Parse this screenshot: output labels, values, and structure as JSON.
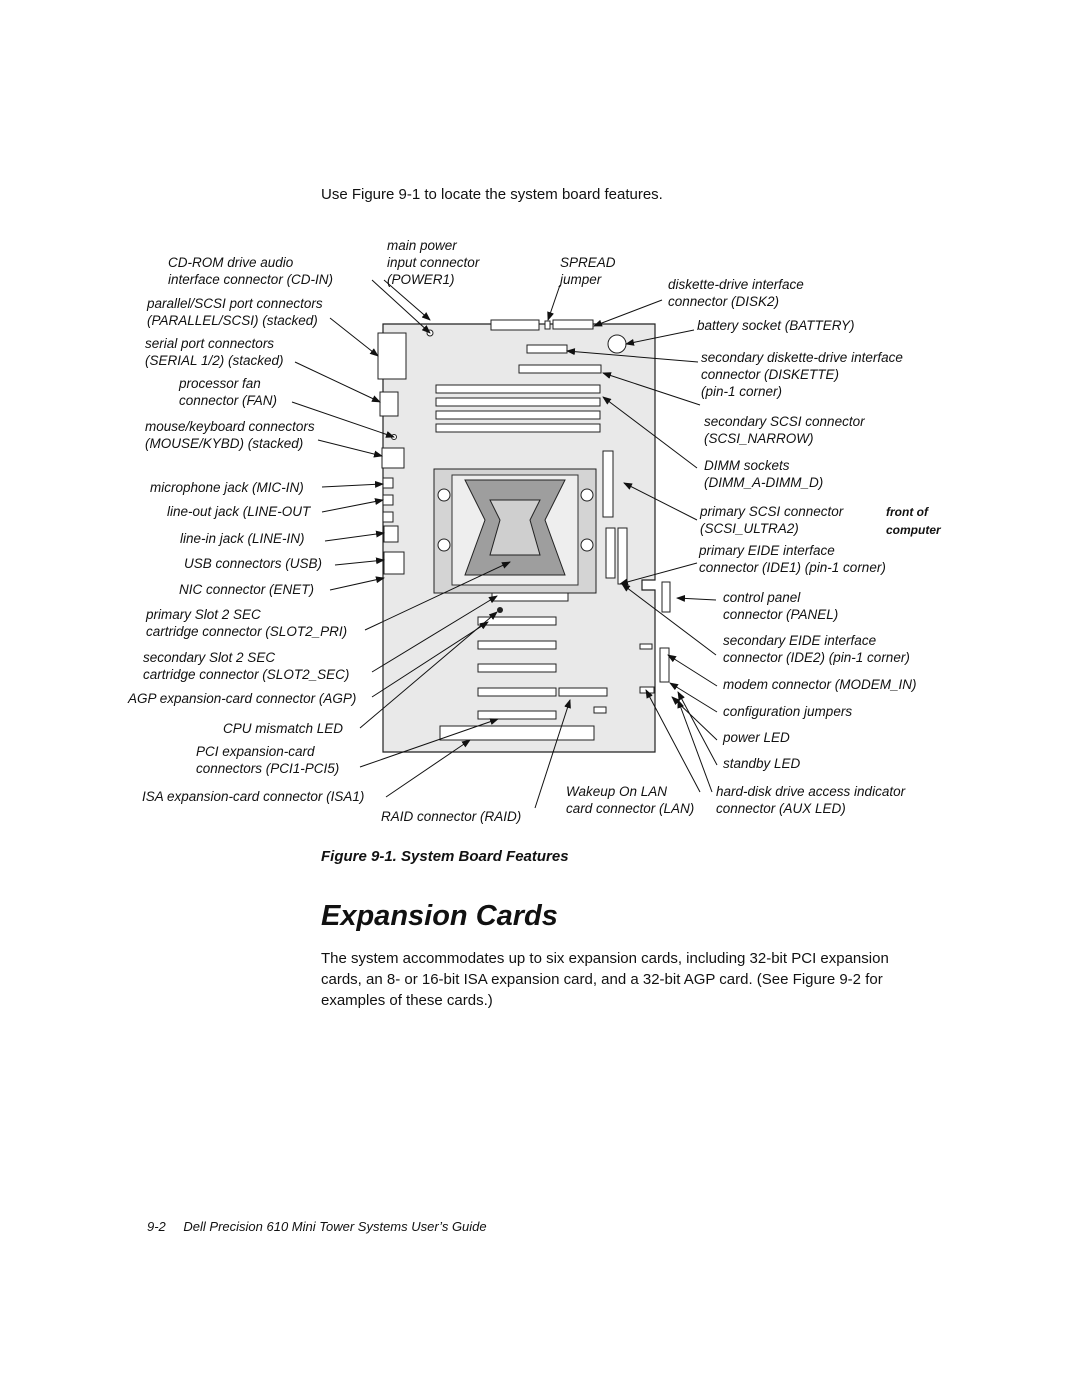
{
  "intro": "Use Figure 9-1 to locate the system board features.",
  "labels_left": [
    {
      "id": "cdrom-audio",
      "lines": [
        "CD-ROM drive audio",
        "interface connector (CD-IN)"
      ]
    },
    {
      "id": "parallel-scsi",
      "lines": [
        "parallel/SCSI port connectors",
        "(PARALLEL/SCSI) (stacked)"
      ]
    },
    {
      "id": "serial",
      "lines": [
        "serial port connectors",
        "(SERIAL 1/2) (stacked)"
      ]
    },
    {
      "id": "proc-fan",
      "lines": [
        "processor fan",
        "connector (FAN)"
      ]
    },
    {
      "id": "mouse-kybd",
      "lines": [
        "mouse/keyboard connectors",
        "(MOUSE/KYBD) (stacked)"
      ]
    },
    {
      "id": "mic-in",
      "lines": [
        "microphone jack (MIC-IN)"
      ]
    },
    {
      "id": "line-out",
      "lines": [
        "line-out jack (LINE-OUT"
      ]
    },
    {
      "id": "line-in",
      "lines": [
        "line-in jack (LINE-IN)"
      ]
    },
    {
      "id": "usb",
      "lines": [
        "USB connectors (USB)"
      ]
    },
    {
      "id": "nic",
      "lines": [
        "NIC connector (ENET)"
      ]
    },
    {
      "id": "slot2-pri",
      "lines": [
        "primary Slot 2 SEC",
        "cartridge connector (SLOT2_PRI)"
      ]
    },
    {
      "id": "slot2-sec",
      "lines": [
        "secondary Slot 2 SEC",
        "cartridge connector (SLOT2_SEC)"
      ]
    },
    {
      "id": "agp",
      "lines": [
        "AGP expansion-card connector (AGP)"
      ]
    },
    {
      "id": "cpu-mismatch",
      "lines": [
        "CPU mismatch LED"
      ]
    },
    {
      "id": "pci",
      "lines": [
        "PCI expansion-card",
        "connectors (PCI1-PCI5)"
      ]
    },
    {
      "id": "isa",
      "lines": [
        "ISA expansion-card connector (ISA1)"
      ]
    }
  ],
  "labels_top": [
    {
      "id": "main-power",
      "lines": [
        "main power",
        "input connector",
        "(POWER1)"
      ]
    },
    {
      "id": "spread",
      "lines": [
        "SPREAD",
        "jumper"
      ]
    }
  ],
  "labels_bottom": [
    {
      "id": "raid",
      "lines": [
        "RAID connector (RAID)"
      ]
    },
    {
      "id": "wakeup-lan",
      "lines": [
        "Wakeup On LAN",
        "card connector (LAN)"
      ]
    },
    {
      "id": "aux-led",
      "lines": [
        "hard-disk drive access indicator",
        "connector (AUX LED)"
      ]
    }
  ],
  "labels_right": [
    {
      "id": "disk2",
      "lines": [
        "diskette-drive interface",
        "connector (DISK2)"
      ]
    },
    {
      "id": "battery",
      "lines": [
        "battery socket (BATTERY)"
      ]
    },
    {
      "id": "sec-diskette",
      "lines": [
        "secondary diskette-drive interface",
        "connector (DISKETTE)",
        "(pin-1 corner)"
      ]
    },
    {
      "id": "sec-scsi",
      "lines": [
        "secondary SCSI connector",
        "(SCSI_NARROW)"
      ]
    },
    {
      "id": "dimm",
      "lines": [
        "DIMM sockets",
        "(DIMM_A-DIMM_D)"
      ]
    },
    {
      "id": "pri-scsi",
      "lines": [
        "primary SCSI connector",
        "(SCSI_ULTRA2)"
      ]
    },
    {
      "id": "pri-eide",
      "lines": [
        "primary EIDE interface",
        "connector (IDE1) (pin-1 corner)"
      ]
    },
    {
      "id": "control-panel",
      "lines": [
        "control panel",
        "connector (PANEL)"
      ]
    },
    {
      "id": "sec-eide",
      "lines": [
        "secondary EIDE interface",
        "connector (IDE2) (pin-1 corner)"
      ]
    },
    {
      "id": "modem",
      "lines": [
        "modem connector (MODEM_IN)"
      ]
    },
    {
      "id": "config-jumpers",
      "lines": [
        "configuration jumpers"
      ]
    },
    {
      "id": "power-led",
      "lines": [
        "power LED"
      ]
    },
    {
      "id": "standby-led",
      "lines": [
        "standby LED"
      ]
    }
  ],
  "front_label": [
    "front of",
    "computer"
  ],
  "caption": "Figure 9-1.  System Board Features",
  "section_title": "Expansion Cards",
  "body": "The system accommodates up to six expansion cards, including 32-bit PCI expansion cards, an 8- or 16-bit ISA expansion card, and a 32-bit AGP card. (See Figure 9-2 for examples of these cards.)",
  "footer": {
    "page": "9-2",
    "title": "Dell Precision 610 Mini Tower Systems User’s Guide"
  }
}
